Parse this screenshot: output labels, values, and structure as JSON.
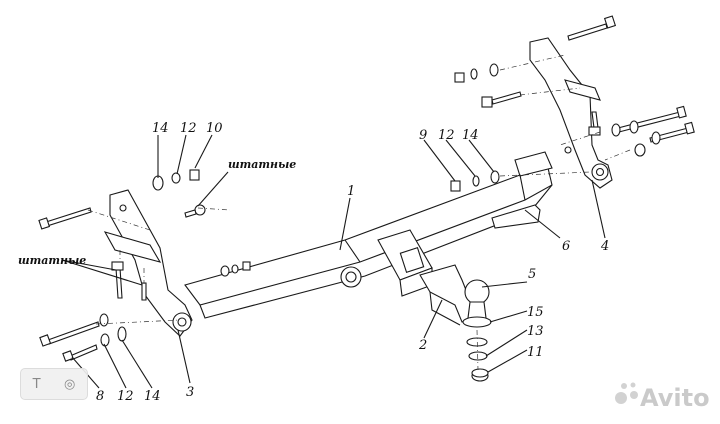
{
  "diagram": {
    "part_labels": {
      "p1": "1",
      "p2": "2",
      "p3": "3",
      "p4": "4",
      "p5": "5",
      "p6": "6",
      "p8": "8",
      "p9": "9",
      "p10": "10",
      "p11": "11",
      "p12": "12",
      "p13": "13",
      "p14": "14",
      "p15": "15"
    },
    "standard_note": "штатные"
  },
  "watermark": {
    "brand": "Avito"
  },
  "badge": {
    "icon_left": "T-icon",
    "icon_right": "camera-icon"
  }
}
